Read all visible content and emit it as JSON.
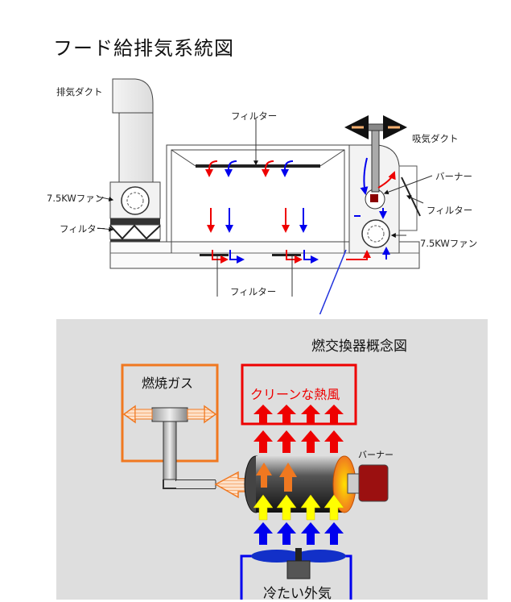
{
  "title": "フード給排気系統図",
  "top_labels": {
    "exhaust_duct": "排気ダクト",
    "filter_top": "フィルター",
    "intake_duct": "吸気ダクト",
    "burner": "バーナー",
    "filter_right": "フィルター",
    "fan_left": "7.5KWファン",
    "filter_left": "フィルター",
    "fan_right": "7.5KWファン",
    "filter_bottom": "フィルター"
  },
  "concept": {
    "title": "燃交換器概念図",
    "exhaust_gas": "燃焼ガス",
    "clean_hot_air": "クリーンな熱風",
    "burner": "バーナー",
    "cold_outside_air": "冷たい外気"
  },
  "colors": {
    "hot_red": "#ee0000",
    "cold_blue": "#0000ee",
    "exhaust_orange": "#f07820",
    "yellow": "#ffff00",
    "panel_gray": "#dedede",
    "burner_red": "#8b0000"
  }
}
